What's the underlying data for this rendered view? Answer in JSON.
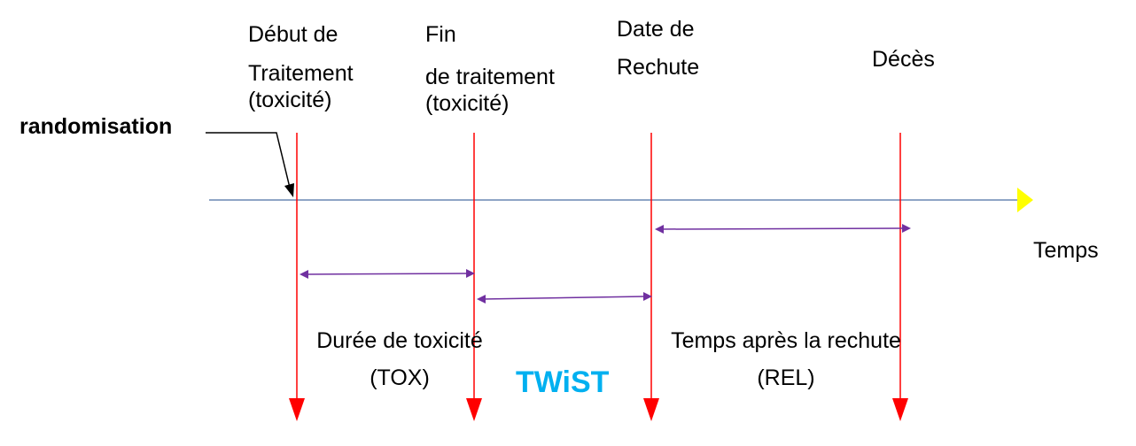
{
  "title": "",
  "colors": {
    "event_line": "#ff0000",
    "event_arrowhead": "#ff0000",
    "time_axis": "#4a6fa5",
    "time_arrowhead": "#ffff00",
    "interval_arrow": "#7030a0",
    "pointer_arrow": "#000000",
    "twist_text": "#00b0f0"
  },
  "events": [
    {
      "id": "debut",
      "lines": [
        "Début de",
        "Traitement",
        "(toxicité)"
      ]
    },
    {
      "id": "fin",
      "lines": [
        "Fin",
        "de traitement",
        "(toxicité)"
      ]
    },
    {
      "id": "rechute",
      "lines": [
        "Date de",
        "Rechute"
      ]
    },
    {
      "id": "deces",
      "lines": [
        "Décès"
      ]
    }
  ],
  "randomisation_label": "randomisation",
  "axis_label": "Temps",
  "intervals": [
    {
      "from": "debut",
      "to": "fin",
      "lines": [
        "Durée de toxicité",
        "(TOX)"
      ]
    },
    {
      "from": "fin",
      "to": "rechute",
      "lines": [
        "TWiST"
      ]
    },
    {
      "from": "rechute",
      "to": "deces",
      "lines": [
        "Temps après la rechute",
        "(REL)"
      ]
    }
  ]
}
